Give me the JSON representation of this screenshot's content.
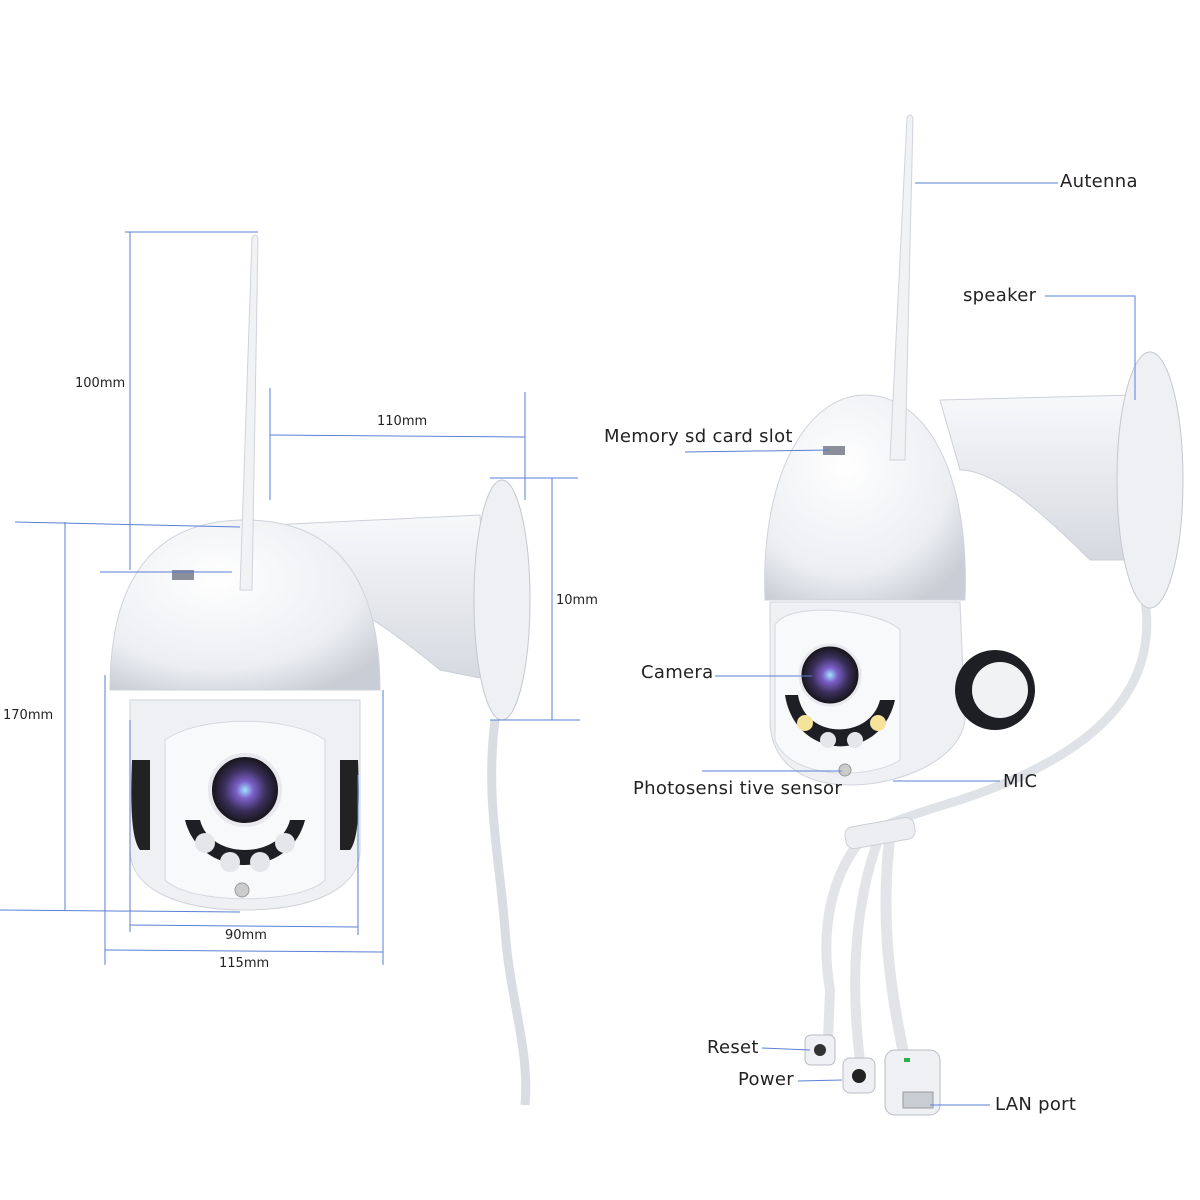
{
  "colors": {
    "dimension_line": "#5a7fd6",
    "body": "#f3f4f6",
    "shadow": "#cfd3da",
    "dark": "#1e1f24",
    "lens": "#6a4fa8"
  },
  "dimensions": {
    "antenna_height": "100mm",
    "total_height": "170mm",
    "bracket_length": "110mm",
    "wall_plate": "10mm",
    "body_width": "90mm",
    "dome_width": "115mm"
  },
  "callouts": {
    "antenna": "Autenna",
    "speaker": "speaker",
    "sd_slot": "Memory sd card slot",
    "camera": "Camera",
    "photosensor": "Photosensi tive sensor",
    "mic": "MIC",
    "reset": "Reset",
    "power": "Power",
    "lan": "LAN port"
  }
}
